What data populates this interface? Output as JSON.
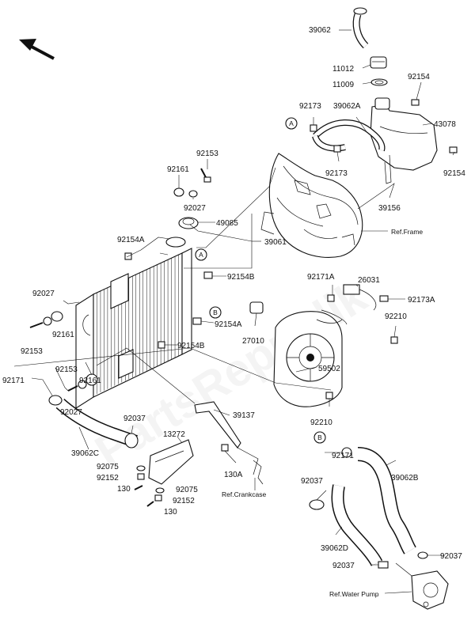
{
  "watermark": "PartsRepublik",
  "labels": {
    "p39062": "39062",
    "p11012": "11012",
    "p11009": "11009",
    "p92154_a": "92154",
    "p92173_a": "92173",
    "p39062A": "39062A",
    "p43078": "43078",
    "p92173_b": "92173",
    "p92154_b": "92154",
    "p39156": "39156",
    "p92153_a": "92153",
    "p92161_a": "92161",
    "p92027_a": "92027",
    "p49085": "49085",
    "p39061": "39061",
    "p92154A_a": "92154A",
    "p92154B_a": "92154B",
    "p92171A": "92171A",
    "p26031": "26031",
    "p92173A": "92173A",
    "p92027_b": "92027",
    "p92161_b": "92161",
    "p92153_b": "92153",
    "p92154A_b": "92154A",
    "p27010": "27010",
    "p92210_a": "92210",
    "p92154B_b": "92154B",
    "p59502": "59502",
    "p92153_c": "92153",
    "p92171_a": "92171",
    "p92161_c": "92161",
    "p92027_c": "92027",
    "p92037_a": "92037",
    "p39137": "39137",
    "p92210_b": "92210",
    "p13272": "13272",
    "p39062C": "39062C",
    "p92075_a": "92075",
    "p92152_a": "92152",
    "p130_a": "130",
    "p130A": "130A",
    "p92075_b": "92075",
    "p92152_b": "92152",
    "p130_b": "130",
    "p92171_b": "92171",
    "p39062B": "39062B",
    "p92037_b": "92037",
    "p39062D": "39062D",
    "p92037_c": "92037",
    "p92037_d": "92037"
  },
  "refs": {
    "frame": "Ref.Frame",
    "crankcase": "Ref.Crankcase",
    "water_pump": "Ref.Water Pump"
  },
  "markers": {
    "a1": "A",
    "a2": "A",
    "b1": "B",
    "b2": "B"
  }
}
